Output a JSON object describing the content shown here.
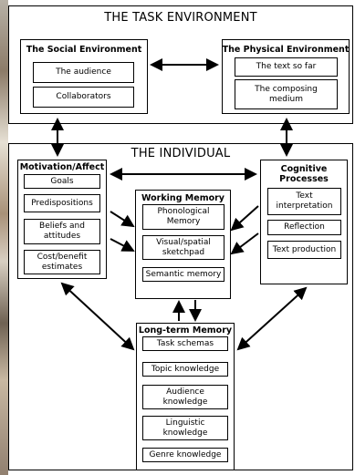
{
  "task_environment": {
    "title": "THE TASK ENVIRONMENT",
    "social": {
      "title": "The Social Environment",
      "items": [
        "The audience",
        "Collaborators"
      ]
    },
    "physical": {
      "title": "The Physical Environment",
      "items": [
        "The text so far",
        "The composing medium"
      ]
    }
  },
  "individual": {
    "title": "THE INDIVIDUAL",
    "motivation": {
      "title": "Motivation/Affect",
      "items": [
        "Goals",
        "Predispositions",
        "Beliefs and attitudes",
        "Cost/benefit estimates"
      ]
    },
    "working_memory": {
      "title": "Working Memory",
      "items": [
        "Phonological Memory",
        "Visual/spatial sketchpad",
        "Semantic memory"
      ]
    },
    "cognitive": {
      "title": "Cognitive Processes",
      "items": [
        "Text interpretation",
        "Reflection",
        "Text production"
      ]
    },
    "long_term": {
      "title": "Long-term Memory",
      "items": [
        "Task schemas",
        "Topic knowledge",
        "Audience knowledge",
        "Linguistic knowledge",
        "Genre knowledge"
      ]
    }
  }
}
